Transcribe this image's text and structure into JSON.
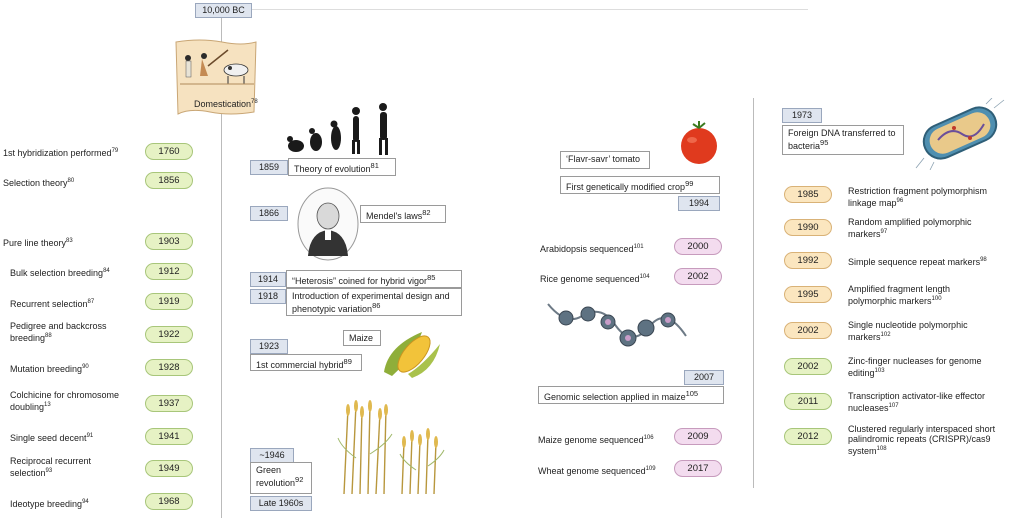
{
  "top_year": "10,000 BC",
  "domestication": {
    "label": "Domestication",
    "ref": "78"
  },
  "left_events": [
    {
      "label": "1st hybridization performed",
      "ref": "79",
      "year": "1760"
    },
    {
      "label": "Selection theory",
      "ref": "80",
      "year": "1856"
    },
    {
      "label": "Pure line theory",
      "ref": "83",
      "year": "1903"
    },
    {
      "label": "Bulk selection breeding",
      "ref": "84",
      "year": "1912"
    },
    {
      "label": "Recurrent selection",
      "ref": "87",
      "year": "1919"
    },
    {
      "label": "Pedigree and backcross breeding",
      "ref": "88",
      "year": "1922"
    },
    {
      "label": "Mutation breeding",
      "ref": "90",
      "year": "1928"
    },
    {
      "label": "Colchicine for chromosome doubling",
      "ref": "13",
      "year": "1937"
    },
    {
      "label": "Single seed decent",
      "ref": "91",
      "year": "1941"
    },
    {
      "label": "Reciprocal recurrent selection",
      "ref": "93",
      "year": "1949"
    },
    {
      "label": "Ideotype breeding",
      "ref": "94",
      "year": "1968"
    }
  ],
  "middle_events": {
    "evolution": {
      "year": "1859",
      "label": "Theory of evolution",
      "ref": "81"
    },
    "mendel": {
      "year": "1866",
      "label": "Mendel's laws",
      "ref": "82"
    },
    "heterosis": {
      "year": "1914",
      "label": "“Heterosis” coined for hybrid vigor",
      "ref": "85"
    },
    "experimental": {
      "year": "1918",
      "label": "Introduction of experimental design and phenotypic variation",
      "ref": "86"
    },
    "maize_label": "Maize",
    "hybrid": {
      "year": "1923",
      "label": "1st commercial hybrid",
      "ref": "89"
    },
    "green": {
      "year": "~1946",
      "label": "Green revolution",
      "ref": "92",
      "year_end": "Late 1960s"
    }
  },
  "right_events": {
    "tomato": {
      "label": "‘Flavr-savr’ tomato"
    },
    "gm_crop": {
      "label": "First genetically modified crop",
      "ref": "99",
      "year": "1994"
    },
    "arabidopsis": {
      "label": "Arabidopsis sequenced",
      "ref": "101",
      "year": "2000"
    },
    "rice": {
      "label": "Rice genome sequenced",
      "ref": "104",
      "year": "2002"
    },
    "genomic_selection": {
      "year": "2007",
      "label": "Genomic selection applied in maize",
      "ref": "105"
    },
    "maize_genome": {
      "label": "Maize genome sequenced",
      "ref": "106",
      "year": "2009"
    },
    "wheat_genome": {
      "label": "Wheat genome sequenced",
      "ref": "109",
      "year": "2017"
    }
  },
  "far_right": {
    "foreign_dna": {
      "year": "1973",
      "label": "Foreign DNA transferred to bacteria",
      "ref": "95"
    },
    "markers": [
      {
        "year": "1985",
        "label": "Restriction fragment polymorphism linkage map",
        "ref": "96",
        "color": "orange"
      },
      {
        "year": "1990",
        "label": "Random amplified polymorphic markers",
        "ref": "97",
        "color": "orange"
      },
      {
        "year": "1992",
        "label": "Simple sequence repeat markers",
        "ref": "98",
        "color": "orange"
      },
      {
        "year": "1995",
        "label": "Amplified fragment length polymorphic markers",
        "ref": "100",
        "color": "orange"
      },
      {
        "year": "2002",
        "label": "Single nucleotide polymorphic markers",
        "ref": "102",
        "color": "orange"
      },
      {
        "year": "2002",
        "label": "Zinc-finger nucleases for genome editing",
        "ref": "103",
        "color": "green"
      },
      {
        "year": "2011",
        "label": "Transcription activator-like effector nucleases",
        "ref": "107",
        "color": "green"
      },
      {
        "year": "2012",
        "label": "Clustered regularly interspaced short palindromic repeats (CRISPR)/cas9 system",
        "ref": "108",
        "color": "green"
      }
    ]
  },
  "colors": {
    "green_pill": "#e6f2c4",
    "pink_pill": "#f3dcef",
    "orange_pill": "#fbe6bf",
    "year_box": "#dfe5ef"
  }
}
